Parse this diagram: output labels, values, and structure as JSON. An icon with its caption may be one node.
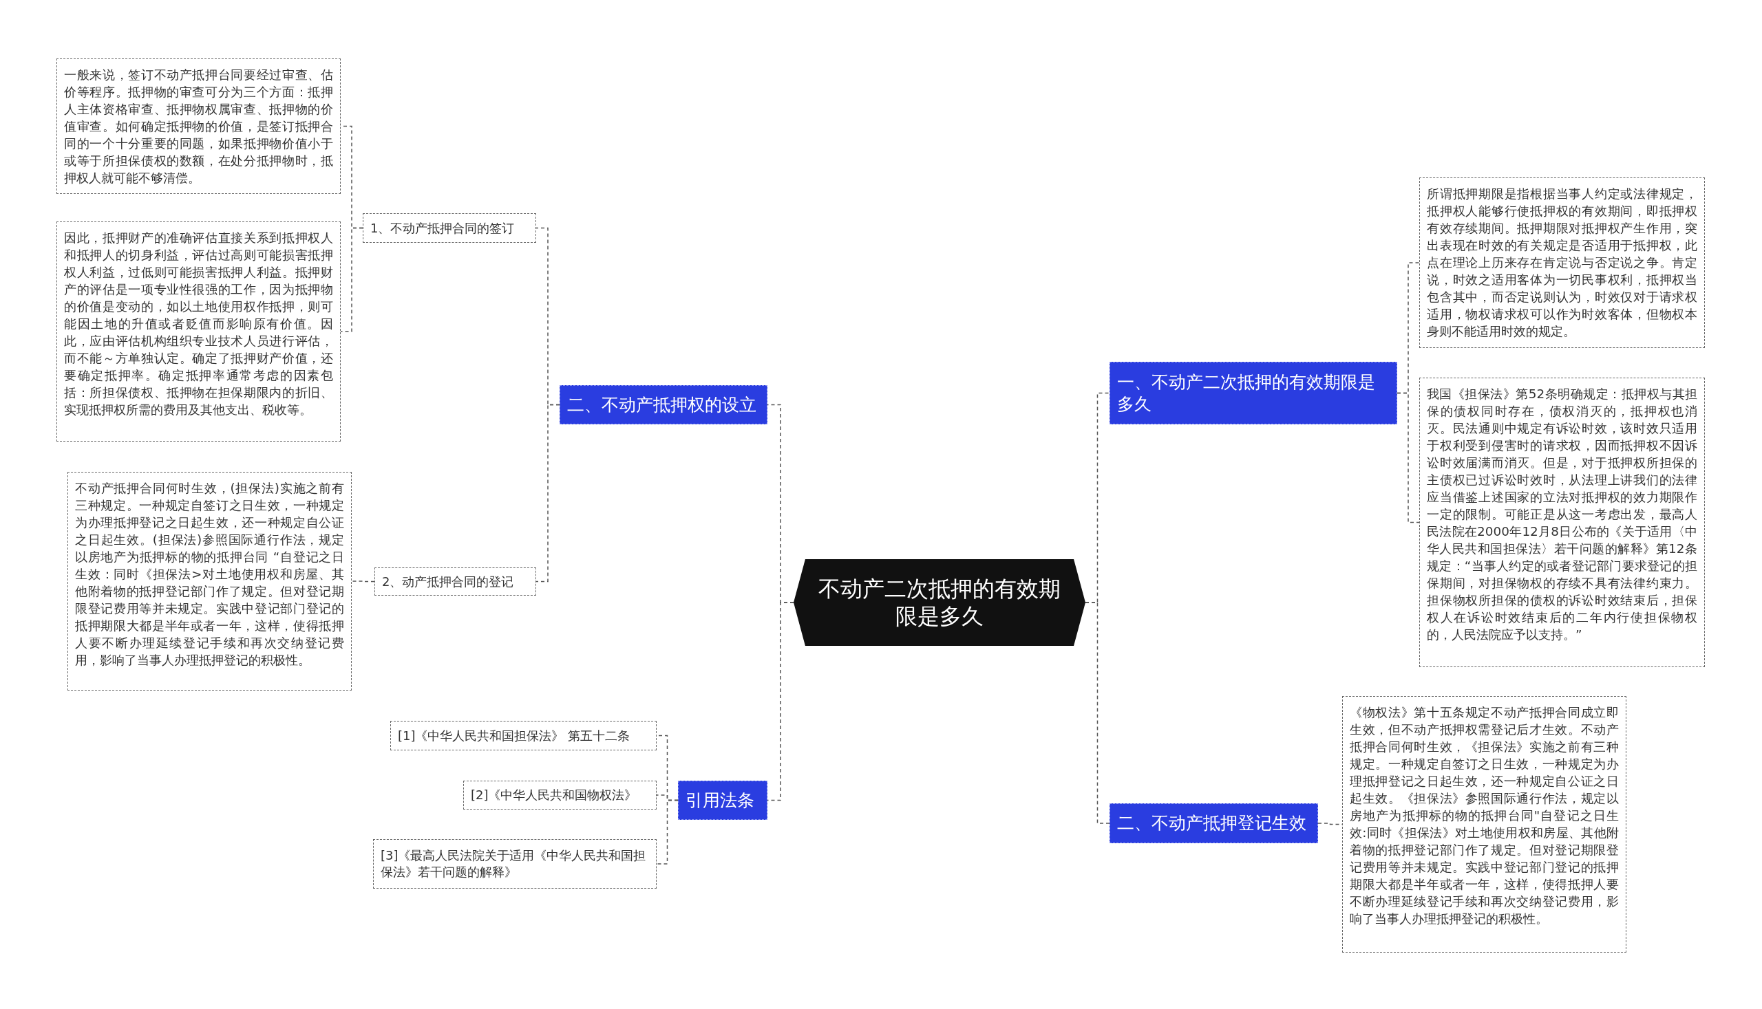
{
  "diagram": {
    "nodes": [
      {
        "text": [
          "不动产二次抵押的有效期限是多久"
        ]
      },
      {
        "text": [
          "二、不动产抵押权的设立"
        ]
      },
      {
        "text": [
          "1、不动产抵押合同的签订"
        ]
      },
      {
        "text": [
          "一般来说，签订不动产抵押台同要经过审查、估价等程序。抵押物的审查可分为三个方面：抵押人主体资格审查、抵押物权属审查、抵押物的价值审查。如何确定抵押物的价值，是签订抵押合同的一个十分重要的同题，如果抵押物价值小于或等于所担保债权的数额，在处分抵押物时，抵押权人就可能不够清偿。"
        ]
      },
      {
        "text": [
          "因此，抵押财产的准确评估直接关系到抵押权人和抵押人的切身利益，评估过高则可能损害抵押权人利益，过低则可能损害抵押人利益。抵押财产的评估是一项专业性很强的工作，因为抵押物的价值是变动的，如以土地使用权作抵押，则可能因土地的升值或者贬值而影响原有价值。因此，应由评估机构组织专业技术人员进行评估，而不能～方单独认定。确定了抵押财产价值，还要确定抵押率。确定抵押率通常考虑的因素包括：所担保债权、抵押物在担保期限内的折旧、实现抵押权所需的费用及其他支出、税收等。"
        ]
      },
      {
        "text": [
          "2、动产抵押合同的登记"
        ]
      },
      {
        "text": [
          "不动产抵押合同何时生效，(担保法)实施之前有三种规定。一种规定自签订之日生效，一种规定为办理抵押登记之日起生效，还一种规定自公证之日起生效。(担保法)参照国际通行作法，规定以房地产为抵押标的物的抵押台同 “自登记之日生效：同时《担保法>对土地使用权和房屋、其他附着物的抵押登记部门作了规定。但对登记期限登记费用等并未规定。实践中登记部门登记的抵押期限大都是半年或者一年，这样，使得抵押人要不断办理延续登记手续和再次交纳登记费用，影响了当事人办理抵押登记的积极性。"
        ]
      },
      {
        "text": [
          "引用法条"
        ]
      },
      {
        "text": [
          "[1]《中华人民共和国担保法》 第五十二条"
        ]
      },
      {
        "text": [
          "[2]《中华人民共和国物权法》"
        ]
      },
      {
        "text": [
          "[3]《最高人民法院关于适用《中华人民共和国担保法》若干问题的解释》"
        ]
      },
      {
        "text": [
          "一、不动产二次抵押的有效期限是多久"
        ]
      },
      {
        "text": [
          "所谓抵押期限是指根据当事人约定或法律规定，抵押权人能够行使抵押权的有效期间，即抵押权有效存续期间。抵押期限对抵押权产生作用，突出表现在时效的有关规定是否适用于抵押权，此点在理论上历来存在肯定说与否定说之争。肯定说，时效之适用客体为一切民事权利，抵押权当包含其中，而否定说则认为，时效仅对于请求权适用，物权请求权可以作为时效客体，但物权本身则不能适用时效的规定。"
        ]
      },
      {
        "text": [
          "我国《担保法》第52条明确规定：抵押权与其担保的债权同时存在，债权消灭的，抵押权也消灭。民法通则中规定有诉讼时效，该时效只适用于权利受到侵害时的请求权，因而抵押权不因诉讼时效届满而消灭。但是，对于抵押权所担保的主债权已过诉讼时效时，从法理上讲我们的法律应当借鉴上述国家的立法对抵押权的效力期限作一定的限制。可能正是从这一考虑出发，最高人民法院在2000年12月8日公布的《关于适用〈中华人民共和国担保法〉若干问题的解释》第12条规定：“当事人约定的或者登记部门要求登记的担保期间，对担保物权的存续不具有法律约束力。担保物权所担保的债权的诉讼时效结束后，担保权人在诉讼时效结束后的二年内行使担保物权的，人民法院应予以支持。”"
        ]
      },
      {
        "text": [
          "二、不动产抵押登记生效"
        ]
      },
      {
        "text": [
          "《物权法》第十五条规定不动产抵押合同成立即生效，但不动产抵押权需登记后才生效。不动产抵押合同何时生效，《担保法》实施之前有三种规定。一种规定自签订之日生效，一种规定为办理抵押登记之日起生效，还一种规定自公证之日起生效。《担保法》参照国际通行作法，规定以房地产为抵押标的物的抵押台同\"自登记之日生效:同时《担保法》对土地使用权和房屋、其他附着物的抵押登记部门作了规定。但对登记期限登记费用等并未规定。实践中登记部门登记的抵押期限大都是半年或者一年，这样，使得抵押人要不断办理延续登记手续和再次交纳登记费用，影响了当事人办理抵押登记的积极性。"
        ]
      }
    ],
    "edges": [
      {
        "from": 0,
        "to": 1,
        "arrow": "none",
        "style": "dashed"
      },
      {
        "from": 1,
        "to": 2,
        "arrow": "none",
        "style": "dashed"
      },
      {
        "from": 2,
        "to": 3,
        "arrow": "none",
        "style": "dashed"
      },
      {
        "from": 2,
        "to": 4,
        "arrow": "none",
        "style": "dashed"
      },
      {
        "from": 1,
        "to": 5,
        "arrow": "none",
        "style": "dashed"
      },
      {
        "from": 5,
        "to": 6,
        "arrow": "none",
        "style": "dashed"
      },
      {
        "from": 0,
        "to": 7,
        "arrow": "none",
        "style": "dashed"
      },
      {
        "from": 7,
        "to": 8,
        "arrow": "none",
        "style": "dashed"
      },
      {
        "from": 7,
        "to": 9,
        "arrow": "none",
        "style": "dashed"
      },
      {
        "from": 7,
        "to": 10,
        "arrow": "none",
        "style": "dashed"
      },
      {
        "from": 0,
        "to": 11,
        "arrow": "none",
        "style": "dashed"
      },
      {
        "from": 11,
        "to": 12,
        "arrow": "none",
        "style": "dashed"
      },
      {
        "from": 11,
        "to": 13,
        "arrow": "none",
        "style": "dashed"
      },
      {
        "from": 0,
        "to": 14,
        "arrow": "none",
        "style": "dashed"
      },
      {
        "from": 14,
        "to": 15,
        "arrow": "none",
        "style": "dashed"
      }
    ]
  }
}
